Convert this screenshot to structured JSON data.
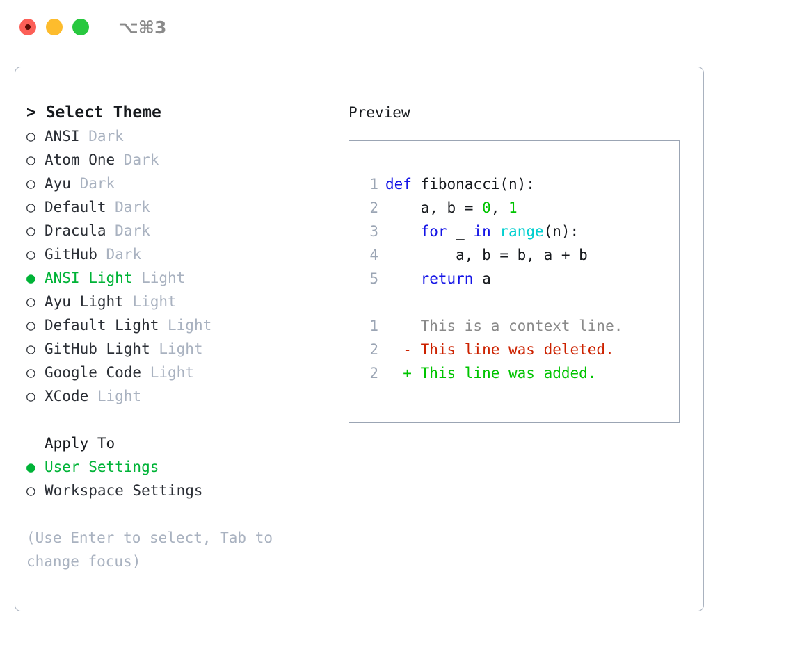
{
  "titlebar": {
    "shortcut_label": "⌥⌘3",
    "buttons": [
      {
        "name": "close",
        "color": "#FC5F57"
      },
      {
        "name": "minimize",
        "color": "#FDBC2D"
      },
      {
        "name": "zoom",
        "color": "#28C83F"
      }
    ]
  },
  "left": {
    "heading": "> Select Theme",
    "bullet_unselected": "○",
    "bullet_selected": "●",
    "themes": [
      {
        "name": "ANSI",
        "kind": " Dark",
        "selected": false
      },
      {
        "name": "Atom One",
        "kind": " Dark",
        "selected": false
      },
      {
        "name": "Ayu",
        "kind": " Dark",
        "selected": false
      },
      {
        "name": "Default",
        "kind": " Dark",
        "selected": false
      },
      {
        "name": "Dracula",
        "kind": " Dark",
        "selected": false
      },
      {
        "name": "GitHub",
        "kind": " Dark",
        "selected": false
      },
      {
        "name": "ANSI Light",
        "kind": " Light",
        "selected": true
      },
      {
        "name": "Ayu Light",
        "kind": " Light",
        "selected": false
      },
      {
        "name": "Default Light",
        "kind": " Light",
        "selected": false
      },
      {
        "name": "GitHub Light",
        "kind": " Light",
        "selected": false
      },
      {
        "name": "Google Code",
        "kind": " Light",
        "selected": false
      },
      {
        "name": "XCode",
        "kind": " Light",
        "selected": false
      }
    ],
    "apply_heading": "Apply To",
    "apply_options": [
      {
        "name": "User Settings",
        "selected": true
      },
      {
        "name": "Workspace Settings",
        "selected": false
      }
    ],
    "hint": "(Use Enter to select, Tab to change focus)"
  },
  "right": {
    "preview_title": "Preview",
    "code_lines": [
      {
        "num": "1",
        "tokens": [
          {
            "t": "def ",
            "c": "kw"
          },
          {
            "t": "fibonacci(n):",
            "c": "pln"
          }
        ]
      },
      {
        "num": "2",
        "tokens": [
          {
            "t": "    a, b = ",
            "c": "pln"
          },
          {
            "t": "0",
            "c": "num"
          },
          {
            "t": ", ",
            "c": "pln"
          },
          {
            "t": "1",
            "c": "num"
          }
        ]
      },
      {
        "num": "3",
        "tokens": [
          {
            "t": "    ",
            "c": "pln"
          },
          {
            "t": "for",
            "c": "kw"
          },
          {
            "t": " _ ",
            "c": "pln"
          },
          {
            "t": "in",
            "c": "kw"
          },
          {
            "t": " ",
            "c": "pln"
          },
          {
            "t": "range",
            "c": "fn"
          },
          {
            "t": "(n):",
            "c": "pln"
          }
        ]
      },
      {
        "num": "4",
        "tokens": [
          {
            "t": "        a, b = b, a + b",
            "c": "pln"
          }
        ]
      },
      {
        "num": "5",
        "tokens": [
          {
            "t": "    ",
            "c": "pln"
          },
          {
            "t": "return",
            "c": "kw"
          },
          {
            "t": " a",
            "c": "pln"
          }
        ]
      }
    ],
    "diff_lines": [
      {
        "num": "1",
        "marker": "  ",
        "text": "This is a context line.",
        "c": "ctx"
      },
      {
        "num": "2",
        "marker": "- ",
        "text": "This line was deleted.",
        "c": "del"
      },
      {
        "num": "2",
        "marker": "+ ",
        "text": "This line was added.",
        "c": "add"
      }
    ]
  },
  "colors": {
    "accent_green": "#00B337",
    "muted": "#A9B2C0",
    "keyword_blue": "#1414E6",
    "function_cyan": "#00CFCF",
    "number_green": "#00C400",
    "diff_delete_red": "#CC2200",
    "diff_add_green": "#00C400",
    "border": "#A9B2BF"
  }
}
